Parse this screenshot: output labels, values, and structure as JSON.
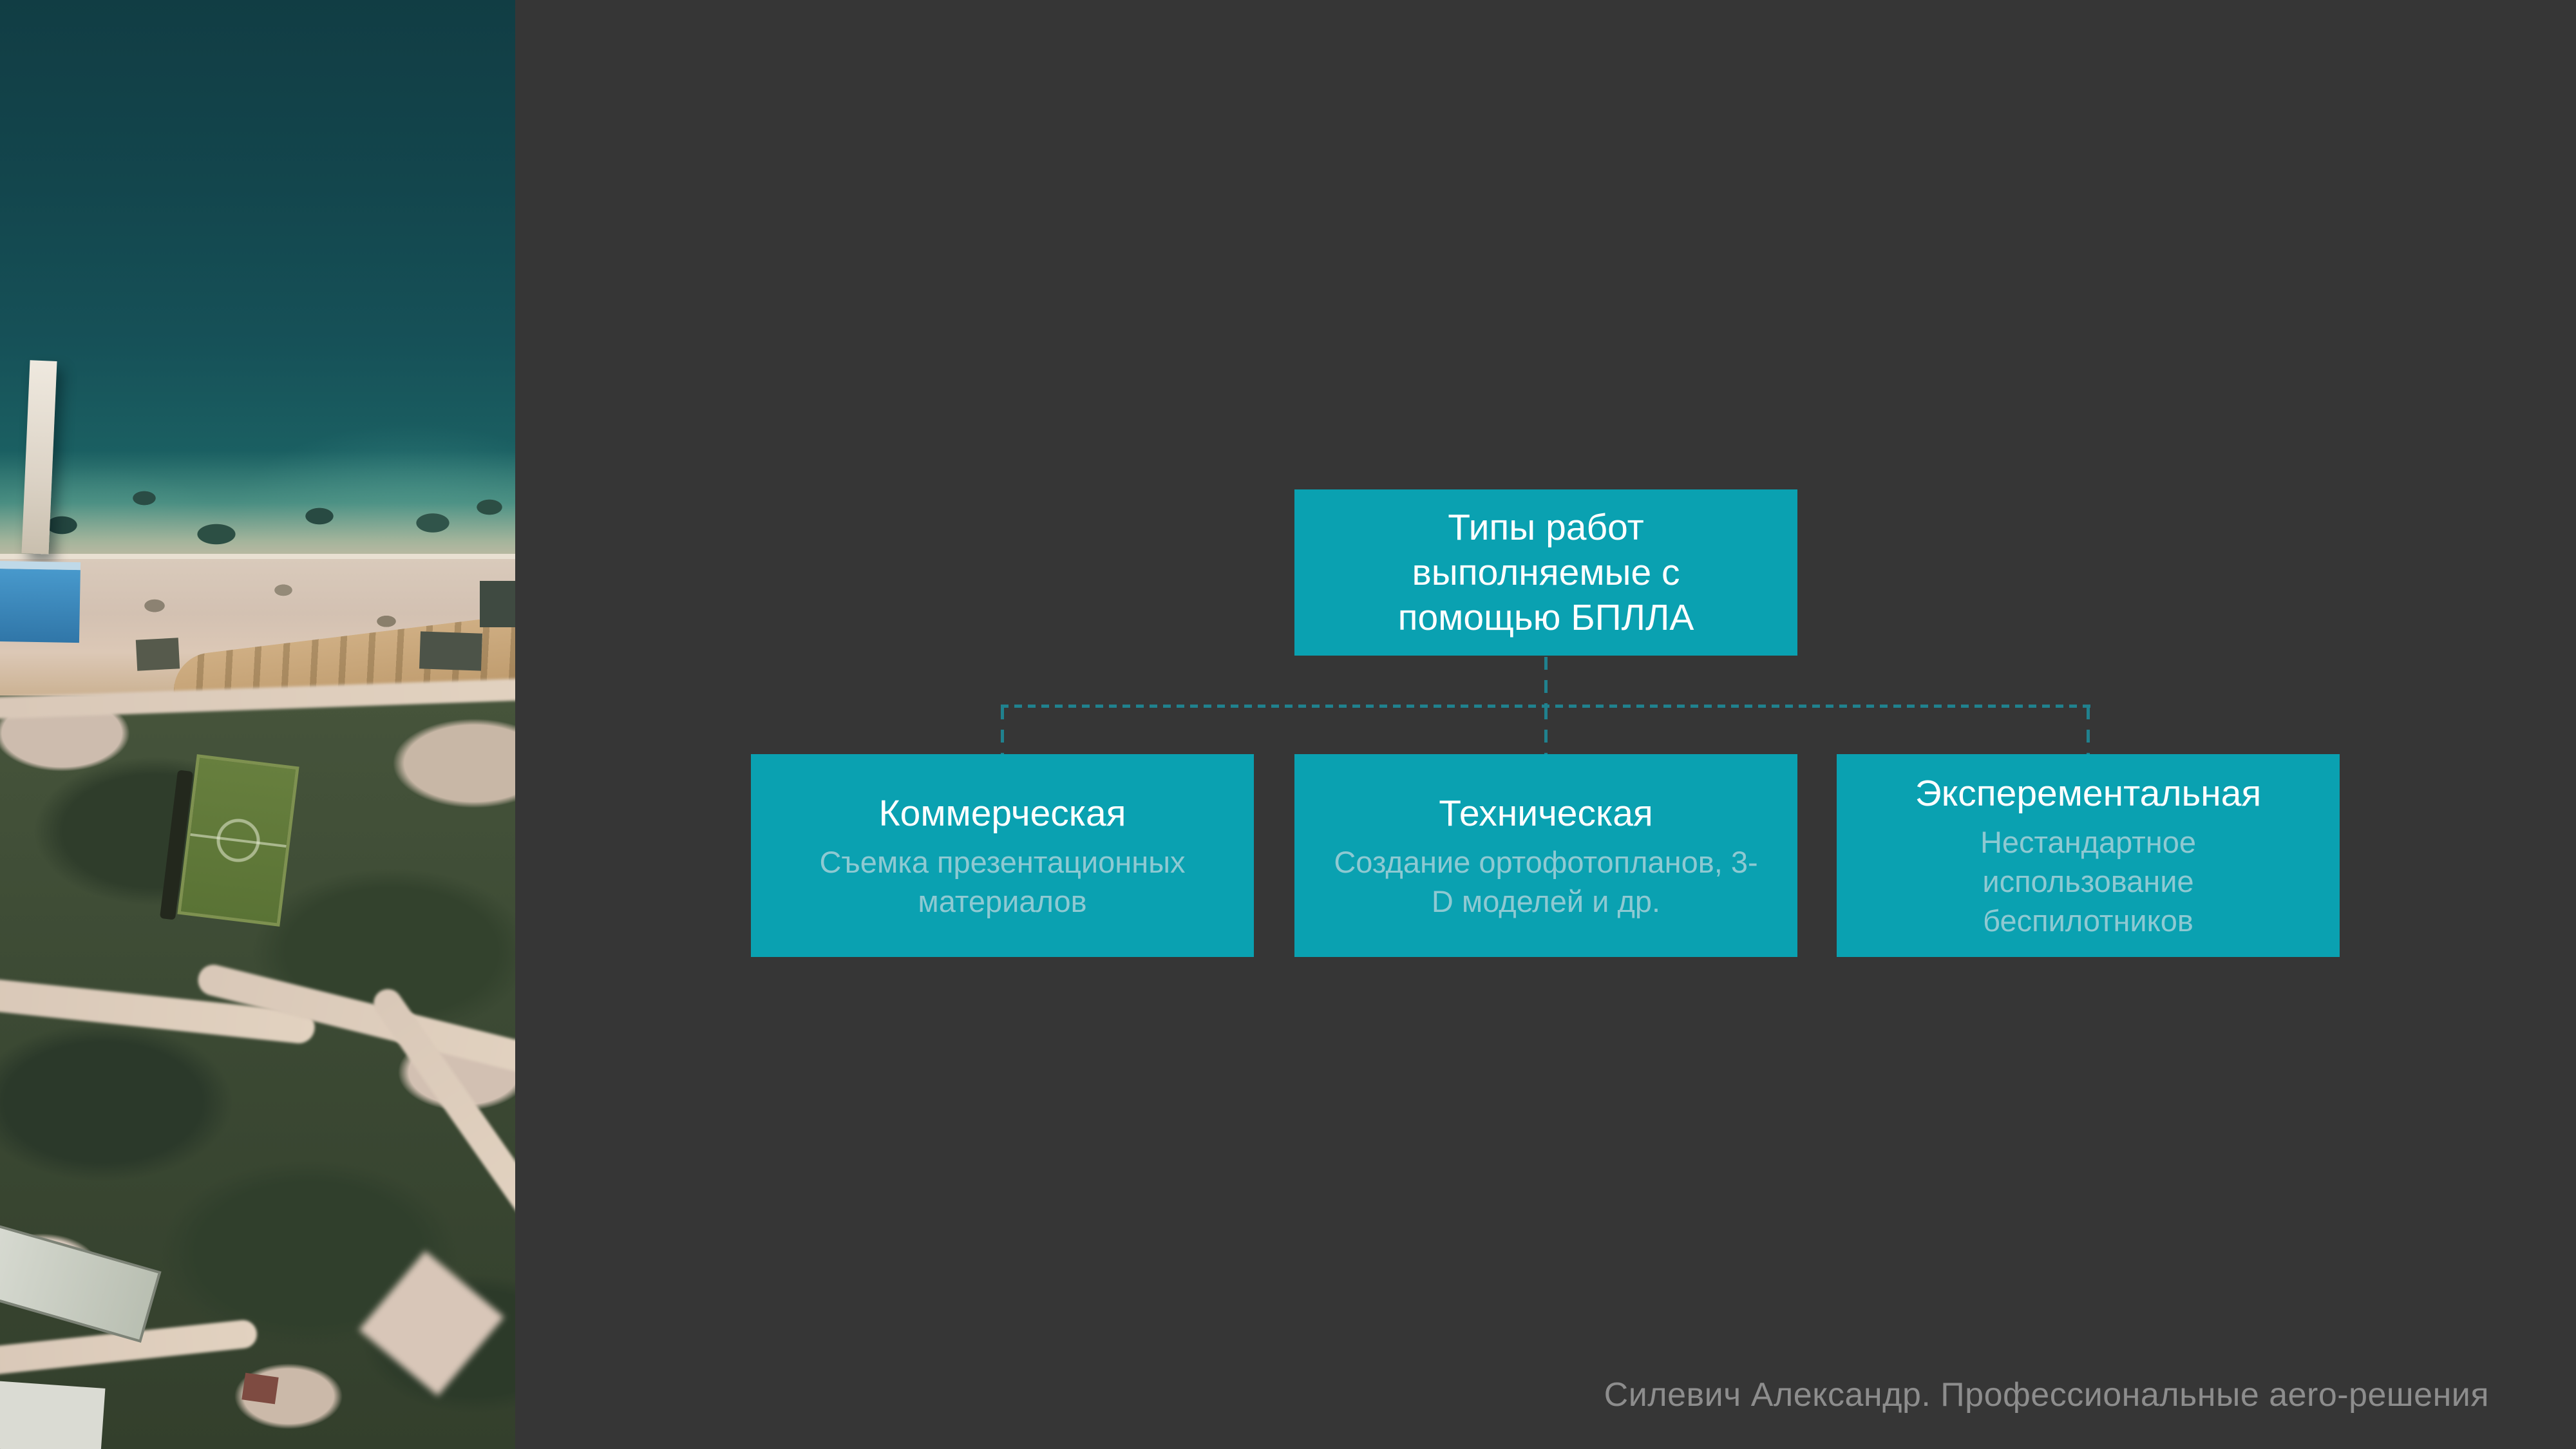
{
  "palette": {
    "background": "#363636",
    "accent_teal": "#0aa1b1",
    "connector_teal": "#20818e",
    "box_title_color": "#ffffff",
    "box_subtitle_color": "#8ec9d2",
    "footer_color": "#8d8d8d"
  },
  "diagram": {
    "root": {
      "title": "Типы работ выполняемые с помощью БПЛЛА"
    },
    "children": [
      {
        "title": "Коммерческая",
        "subtitle": "Съемка презентационных материалов"
      },
      {
        "title": "Техническая",
        "subtitle": "Создание ортофотопланов, 3-D моделей и др."
      },
      {
        "title": "Эксперементальная",
        "subtitle": "Нестандартное использование беспилотников"
      }
    ]
  },
  "footer": {
    "credit": "Силевич Александр. Профессиональные aero-решения"
  }
}
